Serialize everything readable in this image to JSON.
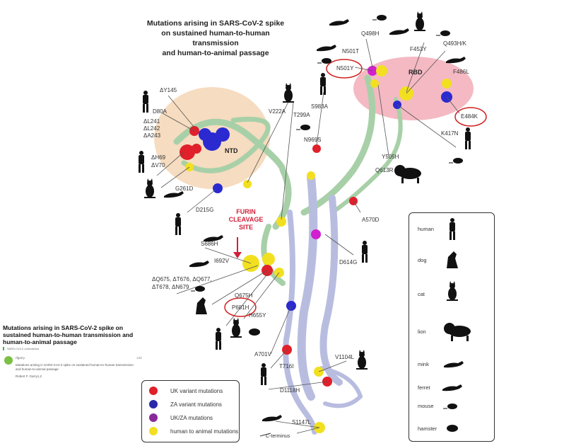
{
  "figure": {
    "title_lines": [
      "Mutations arising in SARS-CoV-2 spike",
      "on sustained human-to-human transmission",
      "and human-to-animal passage"
    ],
    "regions": {
      "ntd": "NTD",
      "rbd": "RBD"
    },
    "furin_lines": [
      "FURIN",
      "CLEAVAGE",
      "SITE"
    ],
    "c_terminus": "C-terminus",
    "mutations": {
      "dY145": "ΔY145",
      "D80A": "D80A",
      "dL241": "ΔL241",
      "dL242": "ΔL242",
      "dA243": "ΔA243",
      "dH69": "ΔH69",
      "dV70": "ΔV70",
      "G261D": "G261D",
      "D215G": "D215G",
      "V222A": "V222A",
      "T299A": "T299A",
      "S983A": "S983A",
      "N969S": "N969S",
      "Q498H": "Q498H",
      "N501T": "N501T",
      "N501Y": "N501Y",
      "F453Y": "F453Y",
      "Q493HK": "Q493H/K",
      "F486L": "F486L",
      "E484K": "E484K",
      "K417N": "K417N",
      "Y505H": "Y505H",
      "Q613R": "Q613R",
      "A570D": "A570D",
      "S686H": "S686H",
      "I692V": "I692V",
      "dQ675_line1": "ΔQ675, ΔT676, ΔQ677,",
      "dQ675_line2": "ΔT678, ΔN679",
      "Q675H": "Q675H",
      "P681H": "P681H",
      "H655Y": "H655Y",
      "D614G": "D614G",
      "A701V": "A701V",
      "T716I": "T716I",
      "V1104L": "V1104L",
      "D1118H": "D1118H",
      "S1147L": "S1147L"
    }
  },
  "legend_mutations": [
    {
      "label": "UK variant mutations",
      "color": "#e0202a"
    },
    {
      "label": "ZA variant mutations",
      "color": "#2a2aa8"
    },
    {
      "label": "UK/ZA mutations",
      "color": "#8a2a9a"
    },
    {
      "label": "human to animal mutations",
      "color": "#f2e020"
    }
  ],
  "legend_hosts": [
    "human",
    "dog",
    "cat",
    "lion",
    "mink",
    "ferret",
    "mouse",
    "hamster"
  ],
  "overlay": {
    "title": "Mutations arising in SARS-CoV-2 spike on sustained human-to-human transmission and human-to-animal passage",
    "tag": "SARS-CoV-2 coronavirus",
    "user": "rfgarry",
    "time": "13d",
    "message": "Mutations arising in SARS-CoV-2 spike on sustained human-to-human transmission and human-to-animal passage",
    "author": "Robert F. Garry1,2"
  },
  "colors": {
    "ntd_bg": "#f6dcc0",
    "rbd_bg": "#f4b9c2",
    "ribbon_green": "#a8d0a8",
    "ribbon_lavender": "#b8bde0",
    "circle_red": "#d02020"
  }
}
